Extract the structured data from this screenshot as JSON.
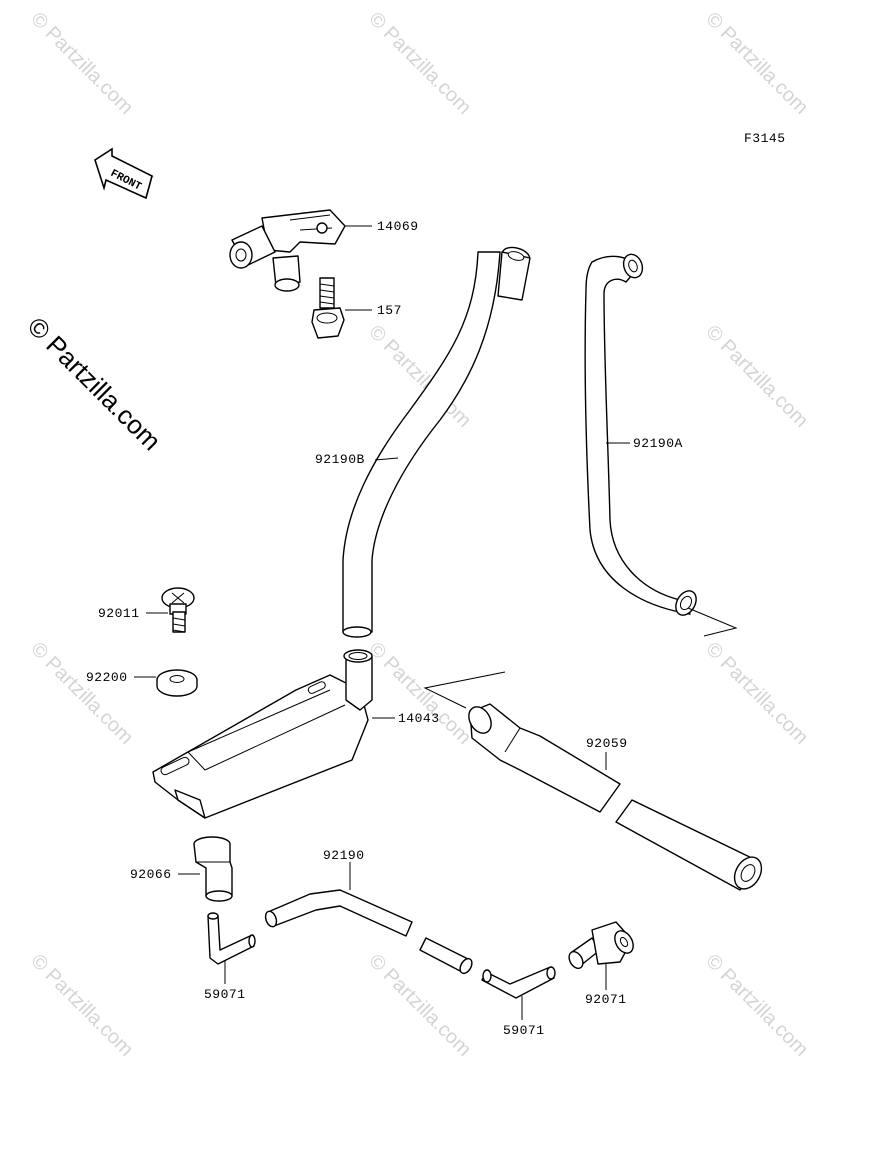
{
  "diagram_code": "F3145",
  "front_label": "FRONT",
  "copyright_watermark": "© Partzilla.com",
  "repeated_watermark": "© Partzilla.com",
  "parts": {
    "p14069": "14069",
    "p157": "157",
    "p92190B": "92190B",
    "p92190A": "92190A",
    "p92011": "92011",
    "p92200": "92200",
    "p14043": "14043",
    "p92059": "92059",
    "p92066": "92066",
    "p92190": "92190",
    "p59071_left": "59071",
    "p59071_right": "59071",
    "p92071": "92071"
  }
}
